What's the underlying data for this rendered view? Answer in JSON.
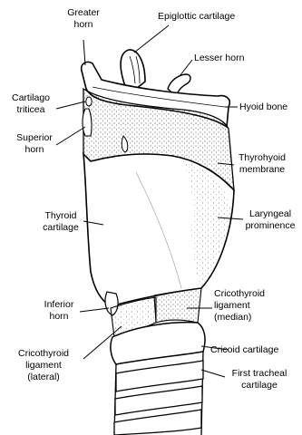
{
  "labels": {
    "greater_horn": [
      "Greater",
      "horn"
    ],
    "epiglottic_cartilage": [
      "Epiglottic cartilage"
    ],
    "lesser_horn": [
      "Lesser horn"
    ],
    "cartilago_triticea": [
      "Cartilago",
      "triticea"
    ],
    "hyoid_bone": [
      "Hyoid bone"
    ],
    "superior_horn": [
      "Superior",
      "horn"
    ],
    "thyrohyoid_membrane": [
      "Thyrohyoid",
      "membrane"
    ],
    "laryngeal_prominence": [
      "Laryngeal",
      "prominence"
    ],
    "thyroid_cartilage": [
      "Thyroid",
      "cartilage"
    ],
    "cricothyroid_ligament_median": [
      "Cricothyroid",
      "ligament",
      "(median)"
    ],
    "inferior_horn": [
      "Inferior",
      "horn"
    ],
    "cricoid_cartilage": [
      "Cricoid cartilage"
    ],
    "cricothyroid_ligament_lateral": [
      "Cricothyroid",
      "ligament",
      "(lateral)"
    ],
    "first_tracheal_cartilage": [
      "First tracheal",
      "cartilage"
    ]
  }
}
